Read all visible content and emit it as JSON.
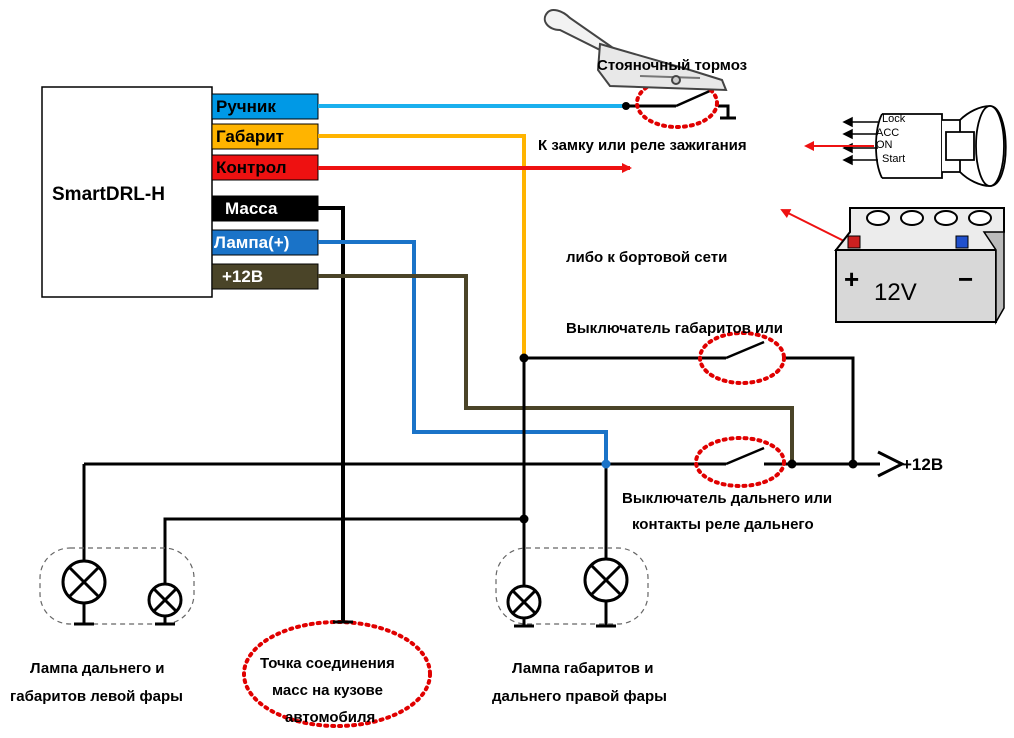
{
  "module": {
    "name": "SmartDRL-H",
    "pins": [
      {
        "label": "Ручник",
        "color": "#0099e6",
        "text_color": "#000000"
      },
      {
        "label": "Габарит",
        "color": "#ffb400",
        "text_color": "#000000"
      },
      {
        "label": "Контрол",
        "color": "#ee1111",
        "text_color": "#000000"
      },
      {
        "label": "Масса",
        "color": "#000000",
        "text_color": "#ffffff"
      },
      {
        "label": "Лампа(+)",
        "color": "#1a73c8",
        "text_color": "#ffffff"
      },
      {
        "label": "+12В",
        "color": "#4a4428",
        "text_color": "#ffffff"
      }
    ]
  },
  "labels": {
    "parking_brake": "Стояночный тормоз",
    "to_ignition": "К замку или реле зажигания",
    "or_onboard": "либо к бортовой сети",
    "side_light_switch": "Выключатель габаритов или",
    "plus12": "+12В",
    "high_beam_switch_line1": "Выключатель дальнего или",
    "high_beam_switch_line2": "контакты реле дальнего",
    "left_lamp_line1": "Лампа дальнего и",
    "left_lamp_line2": "габаритов левой фары",
    "ground_line1": "Точка соединения",
    "ground_line2": "масс на кузове",
    "ground_line3": "автомобиля",
    "right_lamp_line1": "Лампа габаритов и",
    "right_lamp_line2": "дальнего правой фары"
  },
  "ignition_positions": [
    "Lock",
    "ACC",
    "ON",
    "Start"
  ],
  "battery": {
    "voltage": "12V",
    "plus": "+",
    "minus": "−"
  },
  "colors": {
    "wire_handbrake": "#1ab0ee",
    "wire_side": "#ffb400",
    "wire_control": "#ee1111",
    "wire_ground": "#000000",
    "wire_lamp": "#1a73c8",
    "wire_12v": "#4a4428",
    "highlight_dots": "#e00000"
  }
}
